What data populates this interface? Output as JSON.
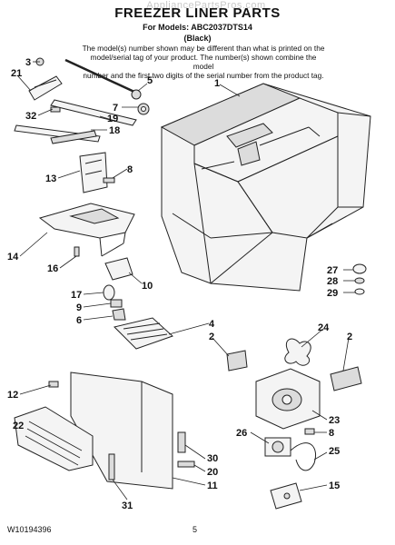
{
  "header": {
    "watermark": "AppliancePartsPros.com",
    "title": "FREEZER LINER PARTS",
    "models": "For Models: ABC2037DTS14",
    "color": "(Black)",
    "note": "The model(s) number shown may be different than what is printed on the\nmodel/serial tag of your product. The number(s) shown combine the model\nnumber and the first two digits of the serial number from the product tag."
  },
  "callouts": {
    "c1": "1",
    "c2a": "2",
    "c2b": "2",
    "c3": "3",
    "c4": "4",
    "c5": "5",
    "c6": "6",
    "c7": "7",
    "c8a": "8",
    "c8b": "8",
    "c9": "9",
    "c10": "10",
    "c11": "11",
    "c12": "12",
    "c13": "13",
    "c14": "14",
    "c15": "15",
    "c16": "16",
    "c17": "17",
    "c18": "18",
    "c19": "19",
    "c20": "20",
    "c21": "21",
    "c22": "22",
    "c23": "23",
    "c24": "24",
    "c25": "25",
    "c26": "26",
    "c27": "27",
    "c28": "28",
    "c29": "29",
    "c30": "30",
    "c31": "31",
    "c32": "32"
  },
  "footer": {
    "doc_number": "W10194396",
    "page_number": "5"
  }
}
